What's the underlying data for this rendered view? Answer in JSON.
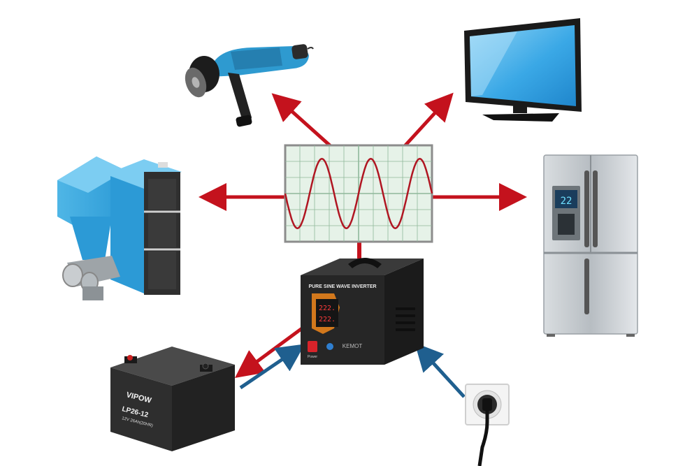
{
  "colors": {
    "arrow_out": "#c4121d",
    "arrow_in": "#1f5f8f",
    "scope_bg": "#e6f2e8",
    "scope_grid": "#8fb89a",
    "sine": "#b01622"
  },
  "inverter": {
    "title": "PURE SINE WAVE INVERTER",
    "display_top": "222.",
    "display_bottom": "222.",
    "switch_label": "Power",
    "brand": "KEMOT"
  },
  "battery": {
    "brand": "VIPOW",
    "model": "LP26-12",
    "spec": "12V 26Ah(20HR)"
  },
  "fridge_display": "22"
}
